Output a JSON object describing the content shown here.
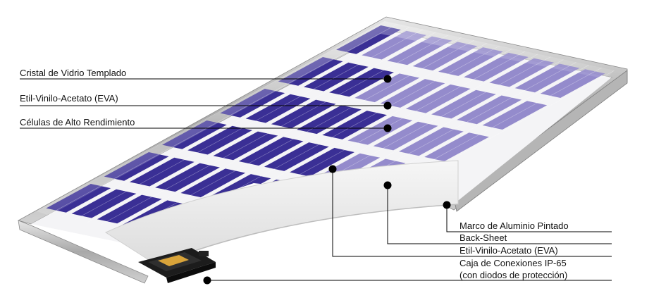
{
  "labels": {
    "cristal": "Cristal de Vidrio Templado",
    "eva_top": "Etil-Vinilo-Acetato (EVA)",
    "celulas": "Células de Alto Rendimiento",
    "marco": "Marco de Aluminio Pintado",
    "back_sheet": "Back-Sheet",
    "eva_bottom": "Etil-Vinilo-Acetato (EVA)",
    "caja_line1": "Caja de Conexiones IP-65",
    "caja_line2": "(con diodos de protección)"
  },
  "colors": {
    "cell_dark": "#3a2f95",
    "cell_light": "#8a80c8",
    "frame": "#bfbfbf",
    "backsheet": "#ececec",
    "leader": "#000000",
    "junction_box": "#1c1c1c",
    "junction_core": "#d9a43a"
  }
}
